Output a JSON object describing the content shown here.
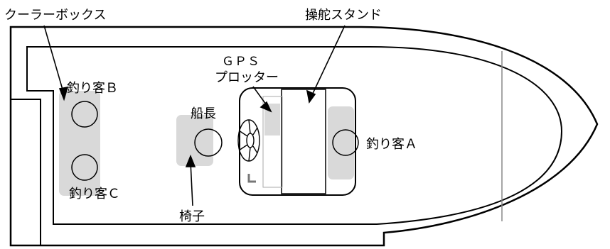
{
  "labels": {
    "cooler_box": "クーラーボックス",
    "helm_stand": "操舵スタンド",
    "gps_line1": "ＧＰＳ",
    "gps_line2": "プロッター",
    "angler_a": "釣り客Ａ",
    "angler_b": "釣り客Ｂ",
    "angler_c": "釣り客Ｃ",
    "captain": "船長",
    "chair": "椅子"
  },
  "colors": {
    "outline": "#000000",
    "highlight": "#d9d9d9",
    "background": "#ffffff"
  }
}
